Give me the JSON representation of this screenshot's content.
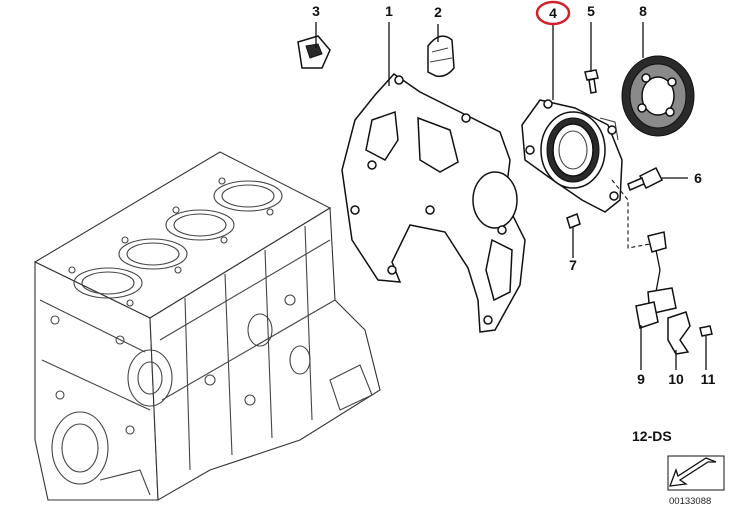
{
  "callouts": {
    "c1": "1",
    "c2": "2",
    "c3": "3",
    "c4": "4",
    "c5": "5",
    "c6": "6",
    "c7": "7",
    "c8": "8",
    "c9": "9",
    "c10": "10",
    "c11": "11"
  },
  "highlight_color": "#d0202a",
  "diagram_code": "12-DS",
  "reference_number": "00133088",
  "icons": {
    "arrow": "arrow-southwest-icon"
  }
}
